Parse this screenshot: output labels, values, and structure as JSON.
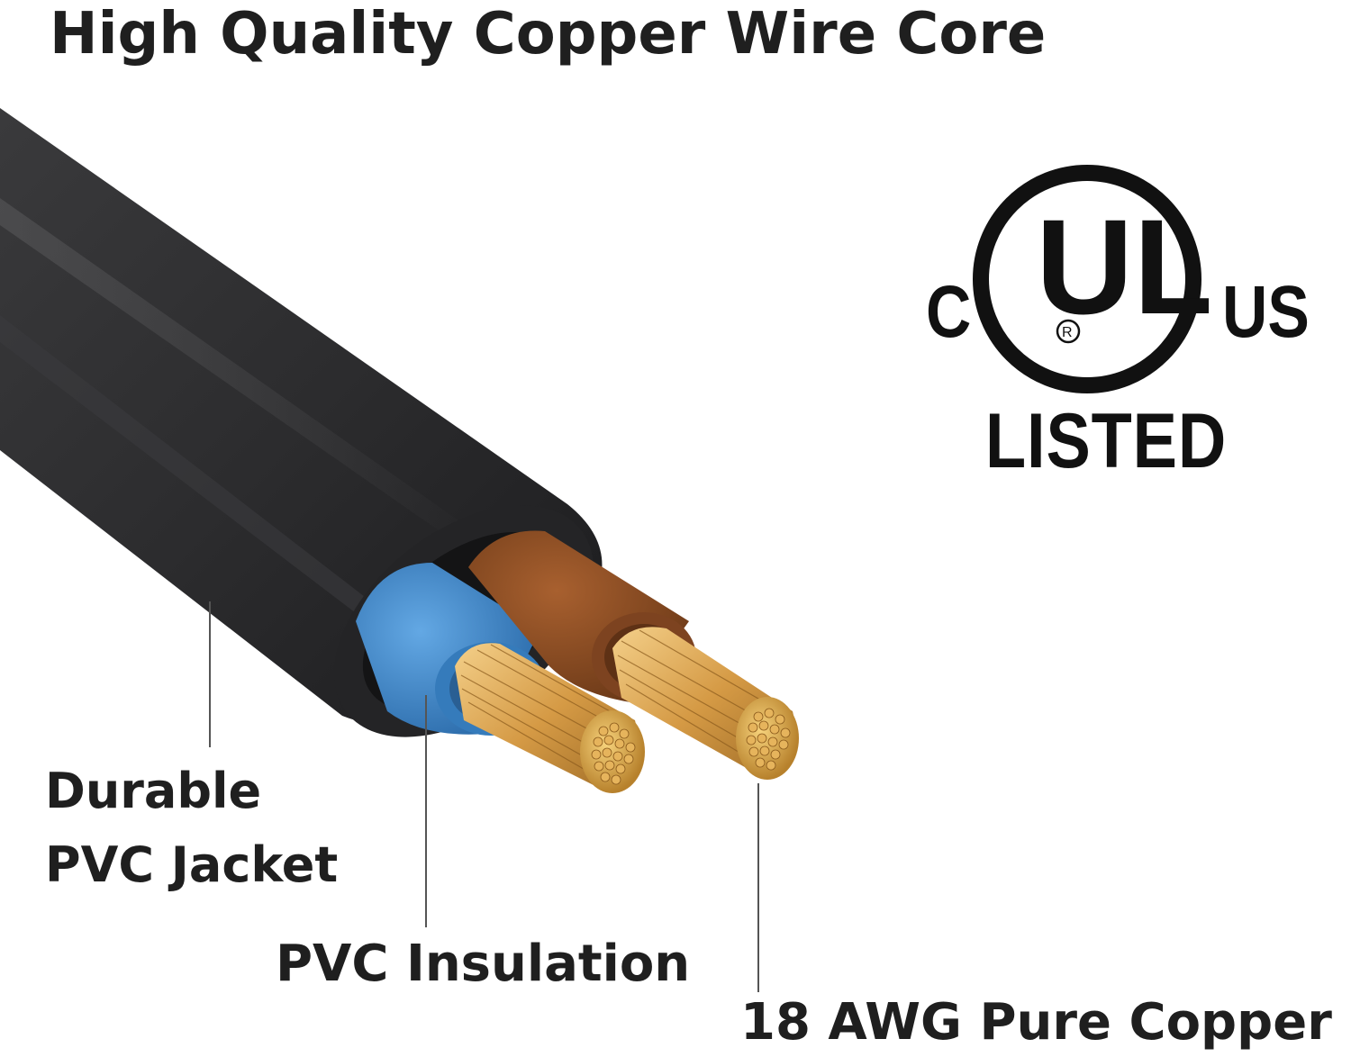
{
  "headline": "High Quality Copper Wire Core",
  "callouts": {
    "jacket": [
      "Durable",
      "PVC Jacket"
    ],
    "insulation": "PVC Insulation",
    "copper": "18 AWG Pure Copper"
  },
  "certification": {
    "left_mark": "C",
    "logo": "UL",
    "registered": "R",
    "right_mark": "US",
    "status": "LISTED"
  },
  "colors": {
    "jacket": "#2d2d2f",
    "blue_insulation": "#3f86c9",
    "brown_insulation": "#8a4a22",
    "copper": "#d9a64f"
  }
}
